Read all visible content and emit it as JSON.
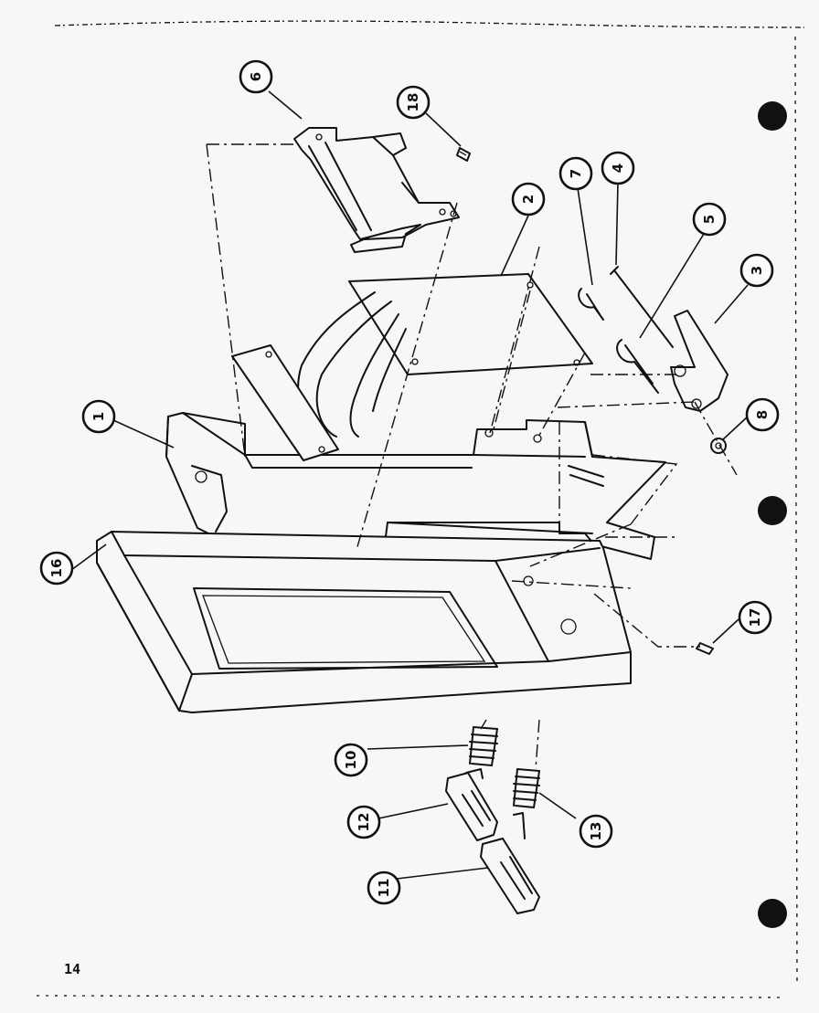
{
  "page": {
    "number": "14"
  },
  "callouts": [
    {
      "id": "1",
      "label": "1"
    },
    {
      "id": "2",
      "label": "2"
    },
    {
      "id": "3",
      "label": "3"
    },
    {
      "id": "4",
      "label": "4"
    },
    {
      "id": "5",
      "label": "5"
    },
    {
      "id": "6",
      "label": "6"
    },
    {
      "id": "7",
      "label": "7"
    },
    {
      "id": "8",
      "label": "8"
    },
    {
      "id": "10",
      "label": "10"
    },
    {
      "id": "11",
      "label": "11"
    },
    {
      "id": "12",
      "label": "12"
    },
    {
      "id": "13",
      "label": "13"
    },
    {
      "id": "16",
      "label": "16"
    },
    {
      "id": "17",
      "label": "17"
    },
    {
      "id": "18",
      "label": "18"
    }
  ],
  "colors": {
    "ink": "#111111",
    "paper": "#f7f7f5"
  }
}
